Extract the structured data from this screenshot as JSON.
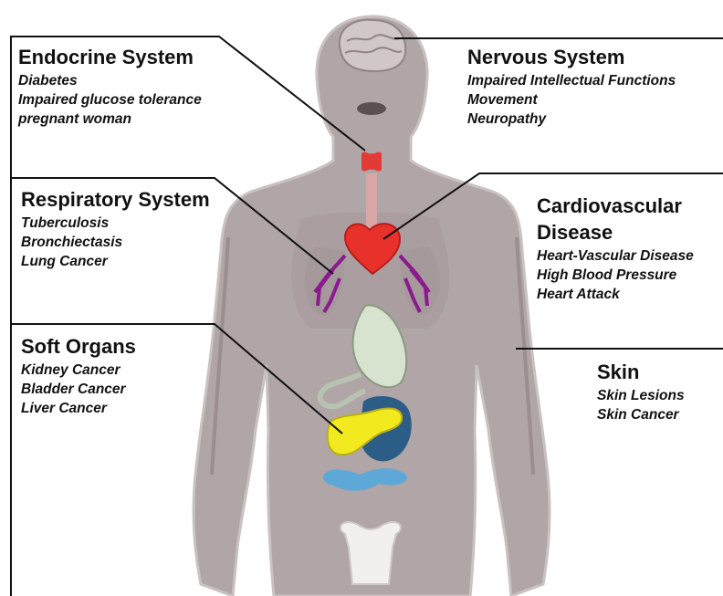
{
  "colors": {
    "body_fill": "#b0a5a7",
    "body_shade": "#9b8e90",
    "heart": "#e8312a",
    "lung_vessels": "#8b1a8f",
    "thyroid": "#e23a36",
    "stomach": "#d8e3cf",
    "pancreas": "#f2ea1e",
    "liver_dark": "#2c5d87",
    "kidney_blue": "#5ea8d8",
    "pointer_line": "#111111"
  },
  "icons": [
    "brain",
    "thyroid",
    "heart",
    "lungs",
    "stomach",
    "pancreas",
    "intestine",
    "pelvis"
  ],
  "labels": {
    "endocrine": {
      "title": "Endocrine System",
      "items": [
        "Diabetes",
        "Impaired glucose tolerance",
        "pregnant woman"
      ]
    },
    "nervous": {
      "title": "Nervous System",
      "items": [
        "Impaired Intellectual Functions",
        "Movement",
        "Neuropathy"
      ]
    },
    "respiratory": {
      "title": "Respiratory System",
      "items": [
        "Tuberculosis",
        "Bronchiectasis",
        "Lung Cancer"
      ]
    },
    "cardiovascular": {
      "title_line1": "Cardiovascular",
      "title_line2": "Disease",
      "items": [
        "Heart-Vascular Disease",
        "High Blood Pressure",
        "Heart Attack"
      ]
    },
    "soft_organs": {
      "title": "Soft Organs",
      "items": [
        "Kidney Cancer",
        "Bladder Cancer",
        "Liver Cancer"
      ]
    },
    "skin": {
      "title": "Skin",
      "items": [
        "Skin Lesions",
        "Skin Cancer"
      ]
    }
  }
}
